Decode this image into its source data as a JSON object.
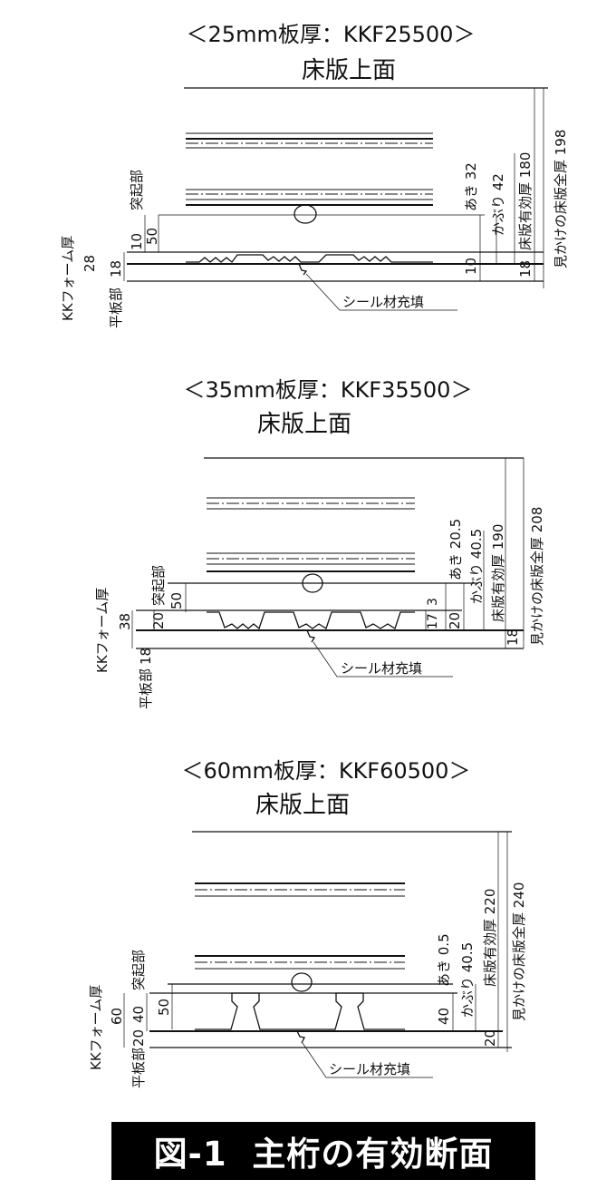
{
  "sections": [
    {
      "title": "＜25mm板厚：KKF25500＞",
      "top_label": "床版上面",
      "seal_label": "シール材充填",
      "form_label": "KKフォーム厚",
      "form_value": "28",
      "flat_label": "平板部",
      "flat_value": "18",
      "rib_label": "突起部",
      "rib_value": "10",
      "h50": "50",
      "right_inner_value": "10",
      "right_outer_value": "18",
      "aki": "あき 32",
      "kaburi": "かぶり 42",
      "effective": "床版有効厚 180",
      "total": "見かけの床版全厚 198"
    },
    {
      "title": "＜35mm板厚：KKF35500＞",
      "top_label": "床版上面",
      "seal_label": "シール材充填",
      "form_label": "KKフォーム厚",
      "form_value": "38",
      "flat_label": "平板部",
      "flat_value": "18",
      "rib_label": "突起部",
      "rib_value": "20",
      "h50": "50",
      "small_a": "17",
      "small_b": "3",
      "right_inner_value": "20",
      "right_outer_value": "18",
      "aki": "あき 20.5",
      "kaburi": "かぶり 40.5",
      "effective": "床版有効厚 190",
      "total": "見かけの床版全厚 208"
    },
    {
      "title": "＜60mm板厚：KKF60500＞",
      "top_label": "床版上面",
      "seal_label": "シール材充填",
      "form_label": "KKフォーム厚",
      "form_value": "60",
      "flat_label": "平板部",
      "flat_value": "20",
      "rib_label": "突起部",
      "rib_value": "40",
      "h50": "50",
      "right_inner_value": "40",
      "right_outer_value": "20",
      "aki": "あき 0.5",
      "kaburi": "かぶり 40.5",
      "effective": "床版有効厚 220",
      "total": "見かけの床版全厚 240"
    }
  ],
  "caption": "図-1  主桁の有効断面"
}
